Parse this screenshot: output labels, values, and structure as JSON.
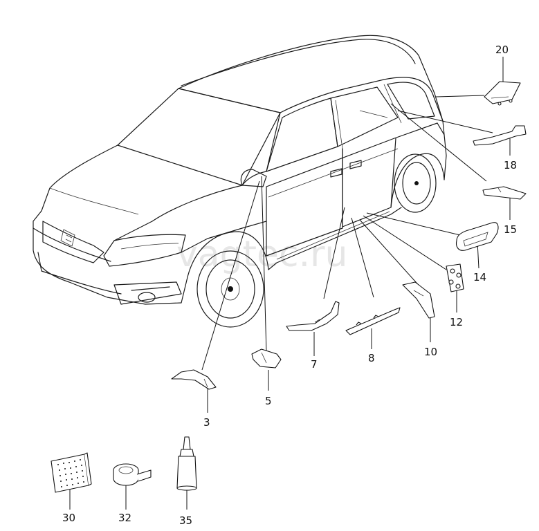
{
  "watermark": "vagtec.ru",
  "parts": [
    {
      "id": "p20",
      "label": "20"
    },
    {
      "id": "p18",
      "label": "18"
    },
    {
      "id": "p15",
      "label": "15"
    },
    {
      "id": "p14",
      "label": "14"
    },
    {
      "id": "p12",
      "label": "12"
    },
    {
      "id": "p10",
      "label": "10"
    },
    {
      "id": "p8",
      "label": "8"
    },
    {
      "id": "p7",
      "label": "7"
    },
    {
      "id": "p5",
      "label": "5"
    },
    {
      "id": "p3",
      "label": "3"
    },
    {
      "id": "p30",
      "label": "30"
    },
    {
      "id": "p32",
      "label": "32"
    },
    {
      "id": "p35",
      "label": "35"
    }
  ]
}
